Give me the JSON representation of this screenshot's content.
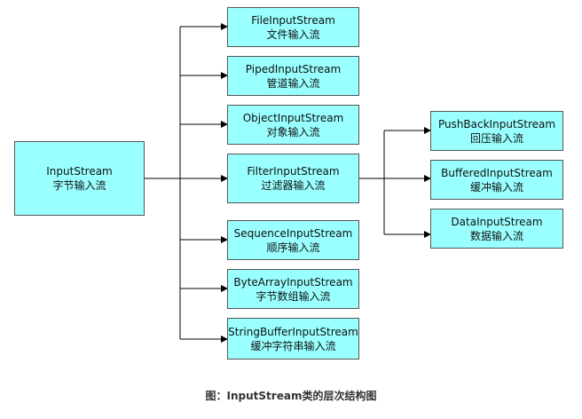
{
  "caption": "图：InputStream类的层次结构图",
  "root": {
    "name": "InputStream",
    "desc": "字节输入流"
  },
  "children": [
    {
      "name": "FileInputStream",
      "desc": "文件输入流"
    },
    {
      "name": "PipedInputStream",
      "desc": "管道输入流"
    },
    {
      "name": "ObjectInputStream",
      "desc": "对象输入流"
    },
    {
      "name": "FilterInputStream",
      "desc": "过滤器输入流"
    },
    {
      "name": "SequenceInputStream",
      "desc": "顺序输入流"
    },
    {
      "name": "ByteArrayInputStream",
      "desc": "字节数组输入流"
    },
    {
      "name": "StringBufferInputStream",
      "desc": "缓冲字符串输入流"
    }
  ],
  "filter_children": [
    {
      "name": "PushBackInputStream",
      "desc": "回压输入流"
    },
    {
      "name": "BufferedInputStream",
      "desc": "缓冲输入流"
    },
    {
      "name": "DataInputStream",
      "desc": "数据输入流"
    }
  ],
  "colors": {
    "node_fill": "#99ffff",
    "node_border": "#555555",
    "line": "#000000"
  }
}
